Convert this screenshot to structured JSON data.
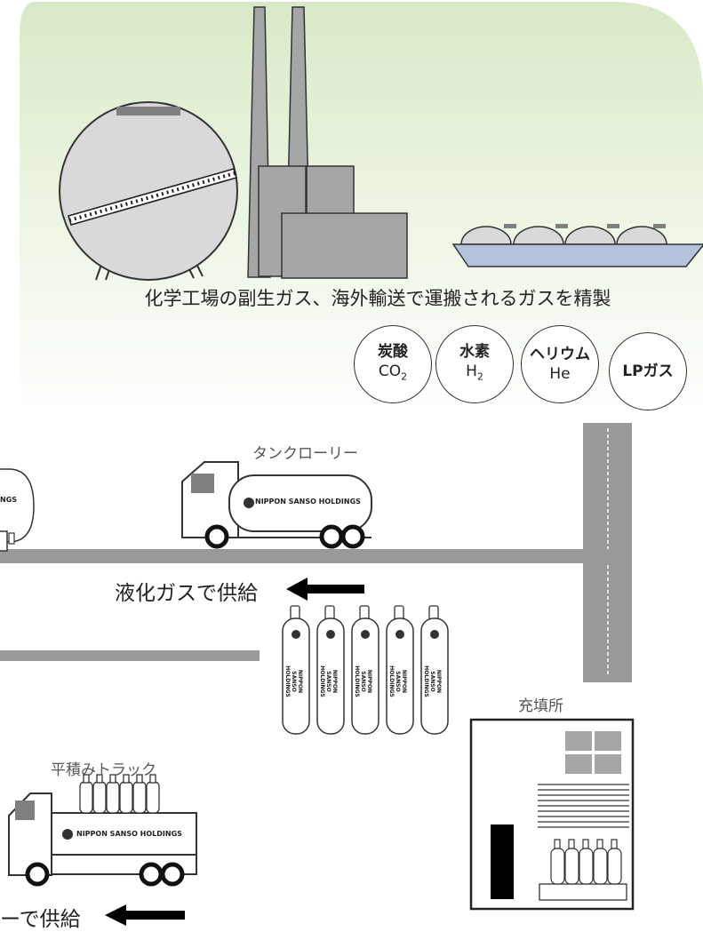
{
  "header_caption": "化学工場の副生ガス、海外輸送で運搬されるガスを精製",
  "gases": [
    {
      "name": "炭酸",
      "formula": "CO",
      "sub": "2"
    },
    {
      "name": "水素",
      "formula": "H",
      "sub": "2"
    },
    {
      "name": "ヘリウム",
      "formula": "He",
      "sub": ""
    },
    {
      "name": "LPガス",
      "formula": "",
      "sub": ""
    }
  ],
  "tank_lorry_label": "タンクローリー",
  "company_name": "NIPPON SANSO HOLDINGS",
  "partial_tank_text": "NGS",
  "liquefied_supply_label": "液化ガスで供給",
  "filling_station_label": "充填所",
  "flatbed_truck_label": "平積みトラック",
  "cylinder_supply_label": "ーで供給",
  "colors": {
    "background_tint": "#d9e9c7",
    "road": "#999999",
    "tank": "#d9d9d9",
    "building": "#a6a6a6",
    "ship_hull": "#b3c3dc",
    "arrow": "#000000"
  }
}
